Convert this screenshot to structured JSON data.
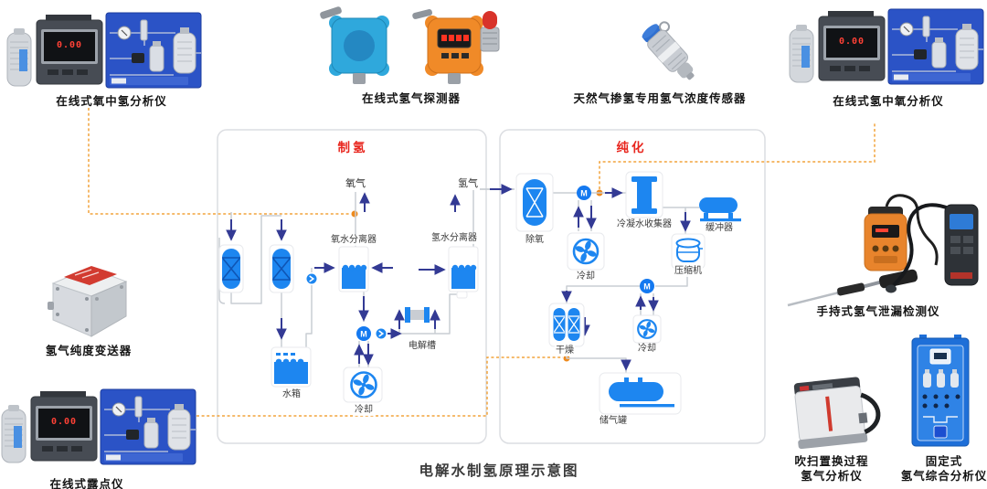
{
  "page": {
    "title": "电解水制氢原理示意图"
  },
  "meter_display": "0.00",
  "pump_label": "M",
  "colors": {
    "process_blue": "#1d86f0",
    "arrow_navy": "#333a94",
    "accent_orange": "#f2a33c",
    "section_title_red": "#e8251d",
    "panel_blue": "#2b53c6"
  },
  "instruments": {
    "analyzer_top_left": {
      "label": "在线式氧中氢分析仪"
    },
    "hydrogen_detector": {
      "label": "在线式氢气探测器"
    },
    "blending_sensor": {
      "label": "天然气掺氢专用氢气浓度传感器"
    },
    "analyzer_top_right": {
      "label": "在线式氢中氧分析仪"
    },
    "purity_transmitter": {
      "label": "氢气纯度变送器"
    },
    "dew_point_meter": {
      "label": "在线式露点仪"
    },
    "handheld_leak_detector": {
      "label": "手持式氢气泄漏检测仪"
    },
    "purge_analyzer": {
      "line1": "吹扫置换过程",
      "line2": "氢气分析仪"
    },
    "fixed_analyzer": {
      "line1": "固定式",
      "line2": "氢气综合分析仪"
    }
  },
  "production": {
    "title": "制氢",
    "oxygen": "氧气",
    "hydrogen": "氢气",
    "oxygen_separator": "氧水分离器",
    "hydrogen_separator": "氢水分离器",
    "water_tank": "水箱",
    "cooling": "冷却",
    "electrolyzer": "电解槽"
  },
  "purification": {
    "title": "纯化",
    "deoxygenation": "除氧",
    "condensate_collector": "冷凝水收集器",
    "buffer": "缓冲器",
    "compressor": "压缩机",
    "cooling_upper": "冷却",
    "cooling_lower": "冷却",
    "dryer": "干燥",
    "storage_tank": "储气罐"
  }
}
